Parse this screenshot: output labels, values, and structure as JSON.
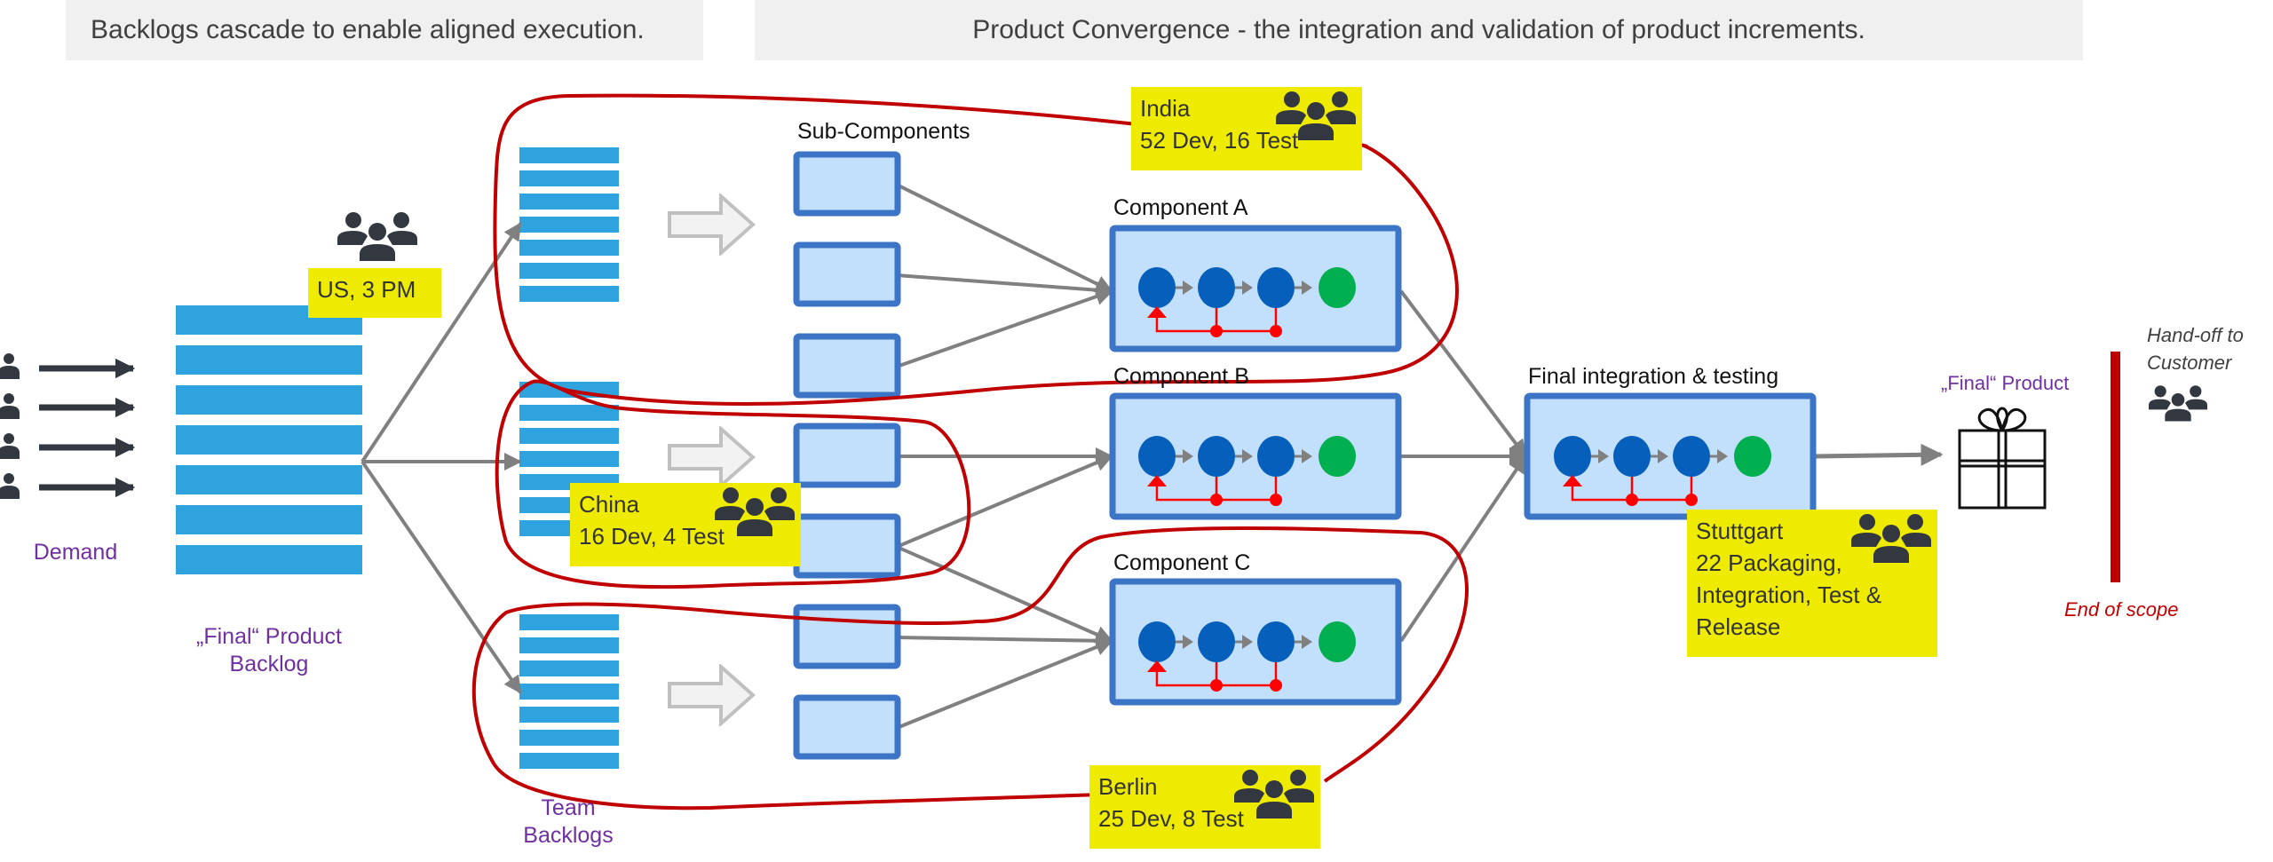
{
  "banners": {
    "left": "Backlogs cascade to enable aligned execution.",
    "right": "Product Convergence -  the integration and validation of product increments."
  },
  "labels": {
    "demand": "Demand",
    "final_product_backlog": [
      "„Final“ Product",
      "Backlog"
    ],
    "team_backlogs": [
      "Team",
      "Backlogs"
    ],
    "sub_components": "Sub-Components",
    "component_a": "Component A",
    "component_b": "Component B",
    "component_c": "Component C",
    "final_integration": "Final integration & testing",
    "final_product": "„Final“ Product",
    "hand_off": [
      "Hand-off to",
      "Customer"
    ],
    "end_of_scope": "End of scope"
  },
  "teams": {
    "us": {
      "lines": [
        "US, 3 PM"
      ]
    },
    "india": {
      "lines": [
        "India",
        "52 Dev, 16 Test"
      ]
    },
    "china": {
      "lines": [
        "China",
        "16 Dev, 4 Test"
      ]
    },
    "berlin": {
      "lines": [
        "Berlin",
        "25 Dev, 8 Test"
      ]
    },
    "stuttgart": {
      "lines": [
        "Stuttgart",
        "22 Packaging,",
        "Integration, Test &",
        "Release"
      ]
    }
  },
  "icons": {
    "demand_person": "person-icon",
    "team": "people-group-icon",
    "product": "gift-icon",
    "arrow": "arrow-right-icon",
    "hollow_arrow": "hollow-arrow-right-icon"
  },
  "colors": {
    "backlog_bar": "#2ea3de",
    "banner_bg": "#f0f0f0",
    "tag_bg": "#eeea00",
    "box_fill": "#c2e0fb",
    "box_stroke": "#3c74c6",
    "node_blue": "#0660bb",
    "node_green": "#00af50",
    "feedback_red": "#ff0000",
    "scope_red": "#c00000",
    "connector_gray": "#808080",
    "label_purple": "#7030a0",
    "icon_dark": "#333740"
  },
  "counts": {
    "demand_people": 4,
    "product_backlog_items": 7,
    "team_backlog_items": 7,
    "sub_components": 7
  }
}
